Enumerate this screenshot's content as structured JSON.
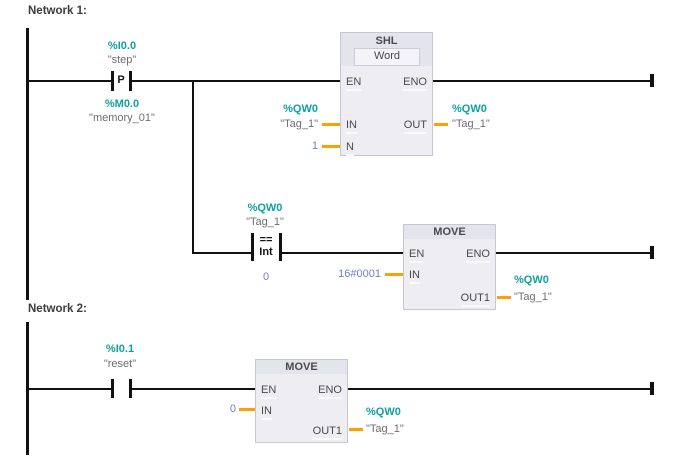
{
  "colors": {
    "address": "#12A0A0",
    "tag": "#6F6F6F",
    "constant": "#6E80CE",
    "connector_orange": "#FBA104",
    "wire": "#111111",
    "block_fill": "#EDEDF2",
    "block_header": "#E4E4EC",
    "pin_text": "#4A4A4E",
    "network_label": "#3C3C3C"
  },
  "network1": {
    "label": "Network 1:",
    "edge_contact": {
      "address": "%I0.0",
      "tag": "\"step\"",
      "symbol": "P",
      "memory_address": "%M0.0",
      "memory_tag": "\"memory_01\""
    },
    "shl": {
      "title": "SHL",
      "datatype": "Word",
      "pins": {
        "en": "EN",
        "eno": "ENO",
        "in": "IN",
        "n": "N",
        "out": "OUT"
      },
      "in_address": "%QW0",
      "in_tag": "\"Tag_1\"",
      "n_value": "1",
      "out_address": "%QW0",
      "out_tag": "\"Tag_1\""
    },
    "compare": {
      "address": "%QW0",
      "tag": "\"Tag_1\"",
      "operator": "==",
      "datatype": "Int",
      "value": "0"
    },
    "move": {
      "title": "MOVE",
      "pins": {
        "en": "EN",
        "eno": "ENO",
        "in": "IN",
        "out1": "OUT1"
      },
      "in_value": "16#0001",
      "out_address": "%QW0",
      "out_tag": "\"Tag_1\""
    }
  },
  "network2": {
    "label": "Network 2:",
    "contact": {
      "address": "%I0.1",
      "tag": "\"reset\""
    },
    "move": {
      "title": "MOVE",
      "pins": {
        "en": "EN",
        "eno": "ENO",
        "in": "IN",
        "out1": "OUT1"
      },
      "in_value": "0",
      "out_address": "%QW0",
      "out_tag": "\"Tag_1\""
    }
  }
}
